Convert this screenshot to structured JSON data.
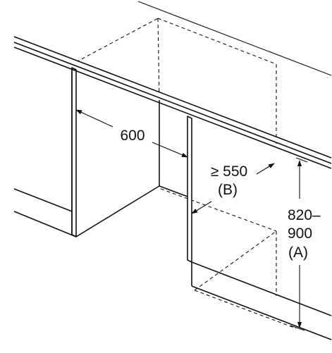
{
  "dimensions": {
    "width": {
      "value": "600"
    },
    "depth": {
      "value": "≥ 550",
      "label": "(B)"
    },
    "height": {
      "min": "820–",
      "max": "900",
      "label": "(A)"
    }
  }
}
